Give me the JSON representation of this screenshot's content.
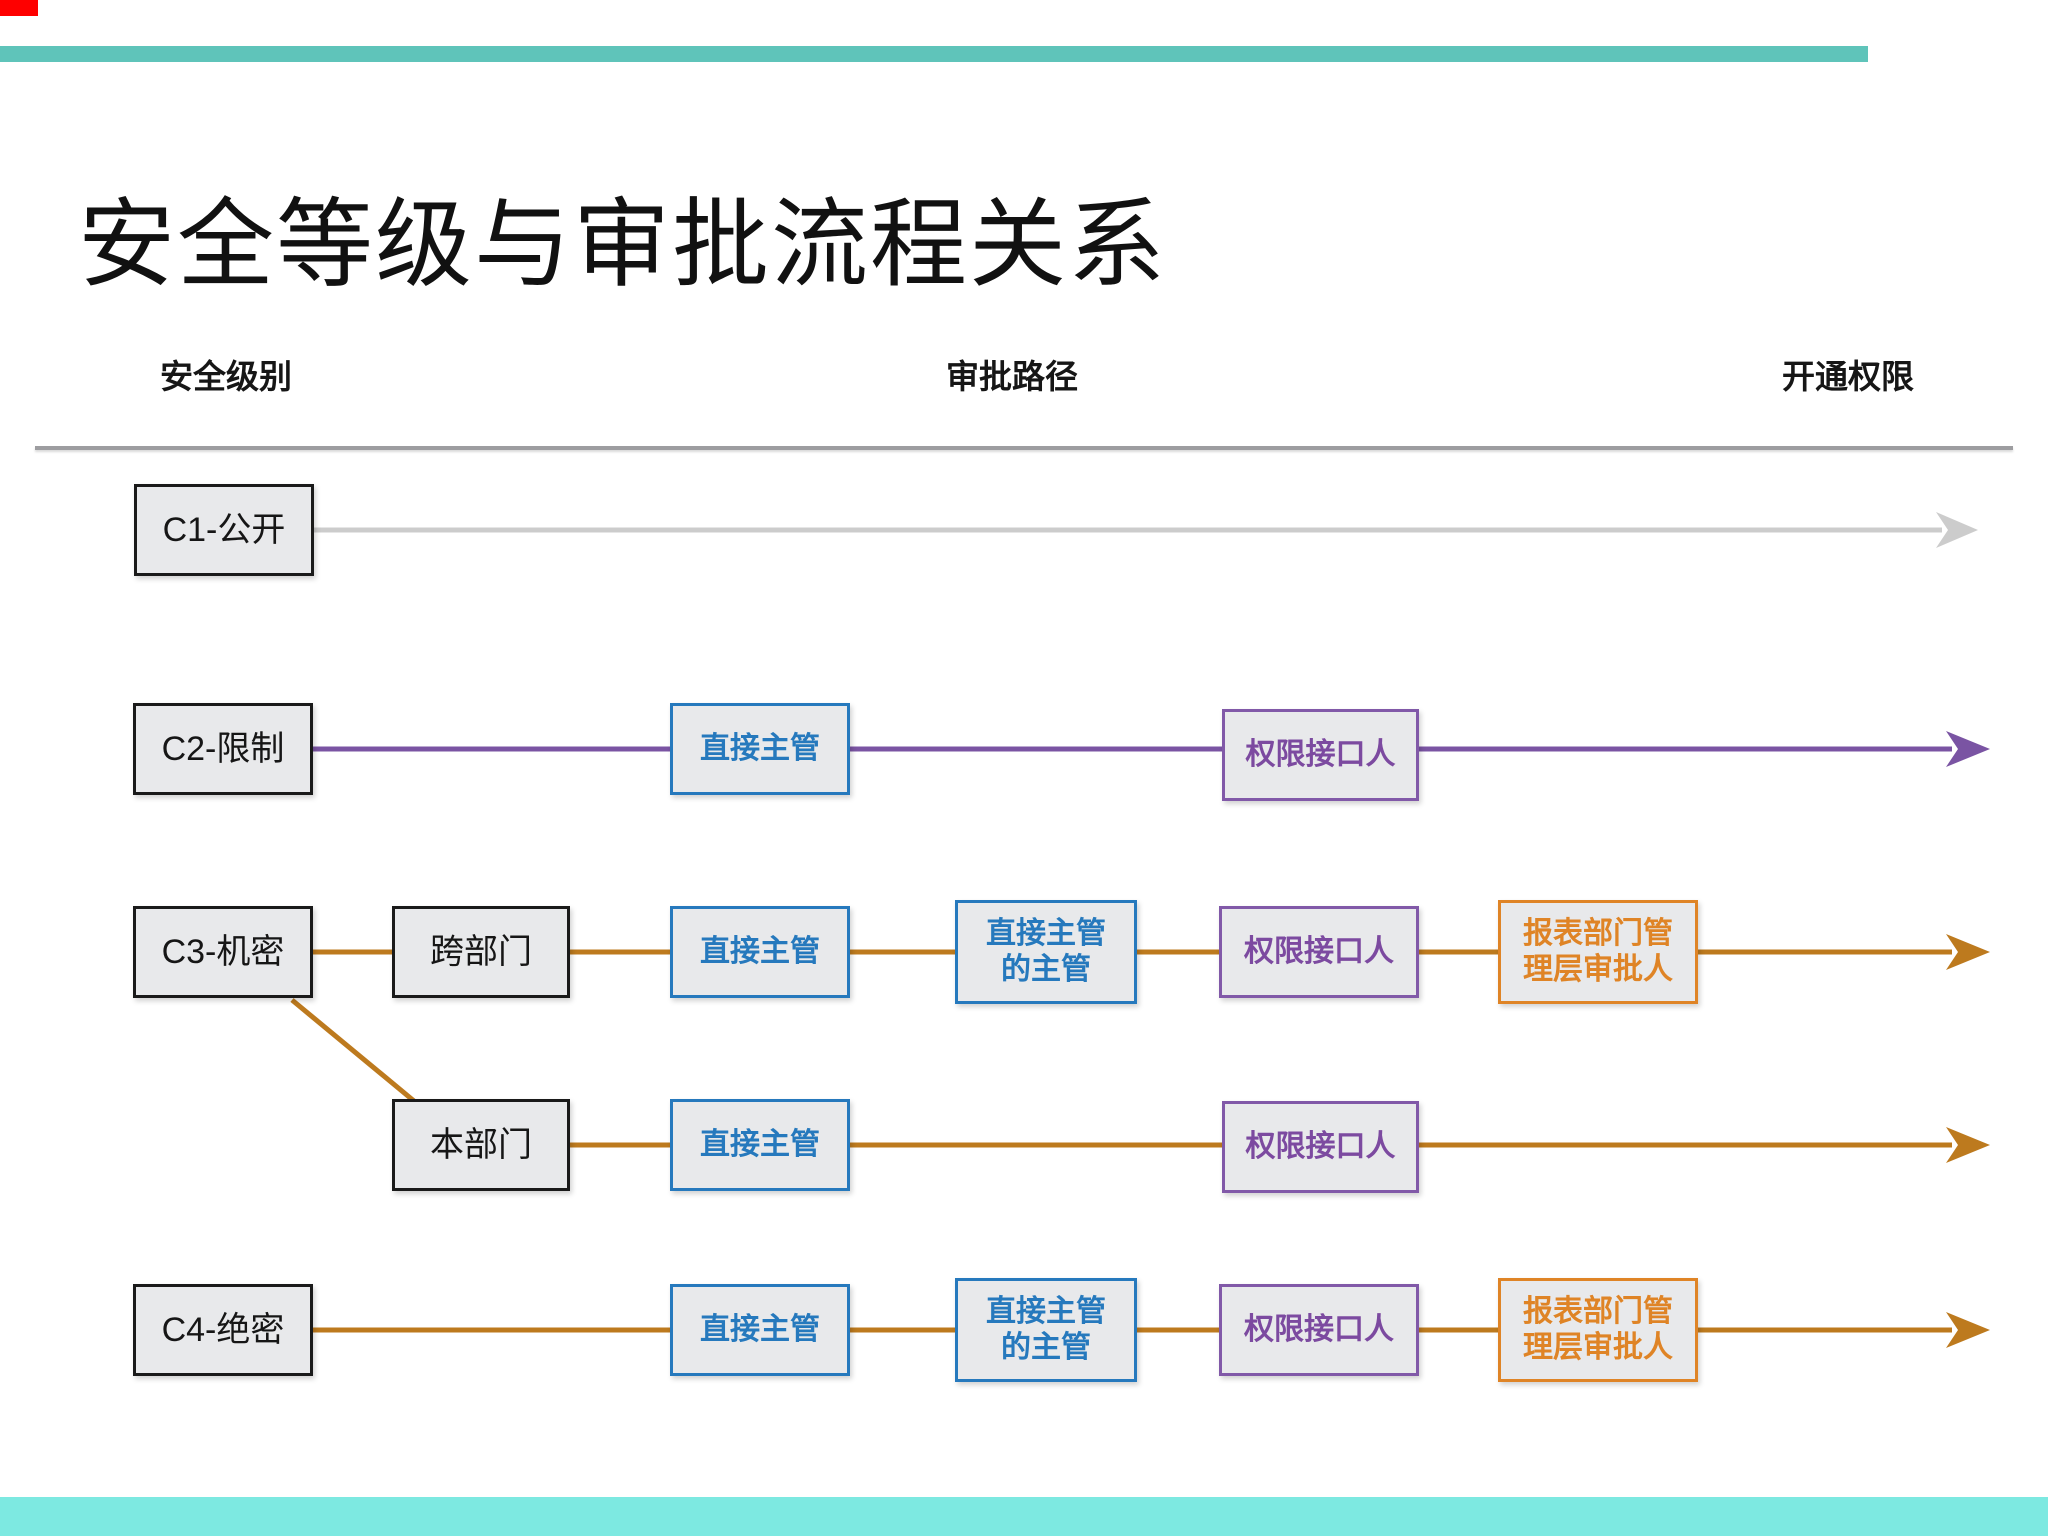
{
  "page": {
    "title": "安全等级与审批流程关系"
  },
  "columns": {
    "security_level": "安全级别",
    "approval_path": "审批路径",
    "grant_permission": "开通权限"
  },
  "diagram": {
    "rows": {
      "c1": {
        "level": "C1-公开",
        "approvers": []
      },
      "c2": {
        "level": "C2-限制",
        "approvers": [
          {
            "label": "直接主管"
          },
          {
            "label": "权限接口人"
          }
        ]
      },
      "c3": {
        "level": "C3-机密",
        "branches": [
          {
            "scope": "跨部门",
            "approvers": [
              {
                "label": "直接主管"
              },
              {
                "label": "直接主管\n的主管"
              },
              {
                "label": "权限接口人"
              },
              {
                "label": "报表部门管\n理层审批人"
              }
            ]
          },
          {
            "scope": "本部门",
            "approvers": [
              {
                "label": "直接主管"
              },
              {
                "label": "权限接口人"
              }
            ]
          }
        ]
      },
      "c4": {
        "level": "C4-绝密",
        "approvers": [
          {
            "label": "直接主管"
          },
          {
            "label": "直接主管\n的主管"
          },
          {
            "label": "权限接口人"
          },
          {
            "label": "报表部门管\n理层审批人"
          }
        ]
      }
    }
  },
  "colors": {
    "accent_teal_top": "#5fc4ba",
    "accent_teal_bottom": "#7de9e1",
    "corner_red": "#fe0000",
    "blue": "#2679bd",
    "purple": "#7c4aa0",
    "orange_box": "#df8426",
    "orange_line": "#bd7a1e",
    "purple_line": "#7a54a3",
    "gray_line": "#cccccc",
    "box_fill": "#e8e9eb",
    "box_border_dark": "#1a1a1a"
  }
}
